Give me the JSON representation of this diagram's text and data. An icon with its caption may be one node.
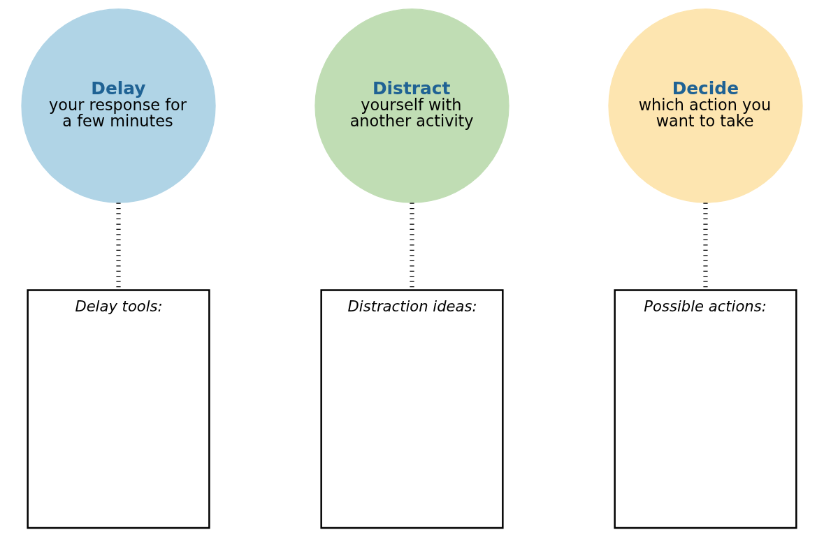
{
  "diagram": {
    "nodes": [
      {
        "text": [
          "Delay",
          "your response for a few minutes"
        ]
      },
      {
        "text": [
          "Distract",
          "yourself with another activity"
        ]
      },
      {
        "text": [
          "Decide",
          "which action you want to take"
        ]
      },
      {
        "text": [
          "Delay tools:"
        ]
      },
      {
        "text": [
          "Distraction ideas:"
        ]
      },
      {
        "text": [
          "Possible actions:"
        ]
      }
    ],
    "edges": [
      {
        "from": 0,
        "to": 3,
        "arrow": "none",
        "style": "dashed"
      },
      {
        "from": 1,
        "to": 4,
        "arrow": "none",
        "style": "dashed"
      },
      {
        "from": 2,
        "to": 5,
        "arrow": "none",
        "style": "dashed"
      }
    ]
  }
}
